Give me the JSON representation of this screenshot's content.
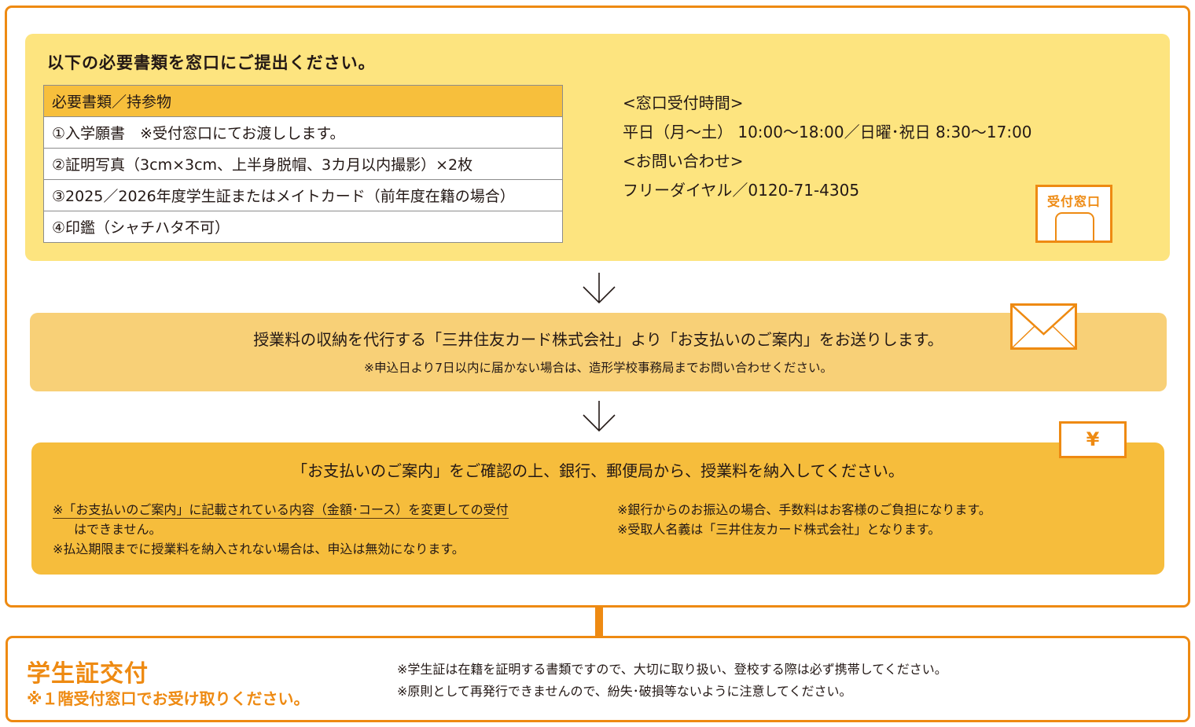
{
  "step1": {
    "title": "以下の必要書類を窓口にご提出ください。",
    "table": {
      "header": "必要書類／持参物",
      "rows": [
        "①入学願書　※受付窓口にてお渡しします。",
        "②証明写真（3cm×3cm、上半身脱帽、3カ月以内撮影）×2枚",
        "③2025／2026年度学生証またはメイトカード（前年度在籍の場合）",
        "④印鑑（シャチハタ不可）"
      ]
    },
    "hours_heading": "<窓口受付時間>",
    "hours": "平日（月〜土） 10:00〜18:00／日曜･祝日 8:30〜17:00",
    "contact_heading": "<お問い合わせ>",
    "contact": "フリーダイヤル／0120-71-4305",
    "counter_icon_label": "受付窓口"
  },
  "step2": {
    "main": "授業料の収納を代行する「三井住友カード株式会社」より「お支払いのご案内」をお送りします。",
    "note": "※申込日より7日以内に届かない場合は、造形学校事務局までお問い合わせください。"
  },
  "step3": {
    "main": "「お支払いのご案内」をご確認の上、銀行、郵便局から、授業料を納入してください。",
    "notes_left": [
      "※「お支払いのご案内」に記載されている内容（金額･コース）を変更しての受付",
      "はできません。",
      "※払込期限までに授業料を納入されない場合は、申込は無効になります。"
    ],
    "notes_right": [
      "※銀行からのお振込の場合、手数料はお客様のご負担になります。",
      "※受取人名義は「三井住友カード株式会社」となります。"
    ],
    "yen_icon_glyph": "¥"
  },
  "issue": {
    "title": "学生証交付",
    "subtitle": "※１階受付窓口でお受け取りください。",
    "notes": [
      "※学生証は在籍を証明する書類ですので、大切に取り扱い、登校する際は必ず携帯してください。",
      "※原則として再発行できませんので、紛失･破損等ないように注意してください。"
    ]
  },
  "colors": {
    "accent_orange": "#ee8a12",
    "panel1_bg": "#fde47f",
    "panel2_bg": "#f8d077",
    "panel3_bg": "#f6bd3c",
    "table_header_bg": "#f7bf3c"
  }
}
